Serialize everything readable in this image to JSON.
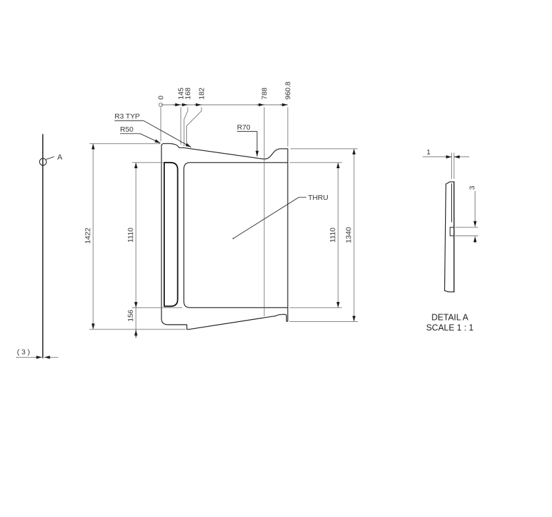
{
  "main": {
    "ordinate": [
      "0",
      "145",
      "168",
      "182",
      "788",
      "960.8"
    ],
    "left_dims": {
      "overall": "1422",
      "pocket": "1110",
      "flange": "156"
    },
    "right_dims": {
      "pocket": "1110",
      "overall": "1340"
    },
    "callouts": {
      "r3": "R3 TYP",
      "r50": "R50",
      "r70": "R70",
      "thru": "THRU"
    }
  },
  "left_view": {
    "label": "A",
    "ref": "( 3 )"
  },
  "detail": {
    "thickness": "1",
    "step": "3",
    "title": "DETAIL A",
    "scale": "SCALE 1 : 1"
  }
}
